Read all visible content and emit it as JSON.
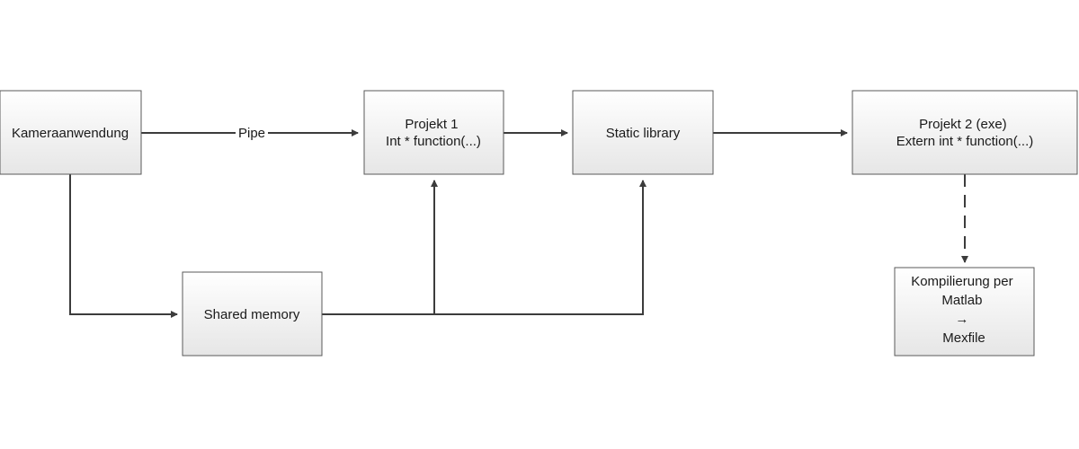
{
  "nodes": {
    "kamera": {
      "lines": [
        "Kameraanwendung"
      ]
    },
    "shared": {
      "lines": [
        "Shared memory"
      ]
    },
    "projekt1": {
      "lines": [
        "Projekt 1",
        "Int * function(...)"
      ]
    },
    "static": {
      "lines": [
        "Static library"
      ]
    },
    "projekt2": {
      "lines": [
        "Projekt 2 (exe)",
        "Extern int * function(...)"
      ]
    },
    "matlab": {
      "lines": [
        "Kompilierung per",
        "Matlab",
        "→",
        "Mexfile"
      ]
    }
  },
  "edges": {
    "pipe": {
      "label": "Pipe",
      "style": "solid"
    },
    "kamera_to_shared": {
      "label": "",
      "style": "solid"
    },
    "shared_to_projekt1": {
      "label": "",
      "style": "solid"
    },
    "shared_to_static": {
      "label": "",
      "style": "solid"
    },
    "projekt1_to_static": {
      "label": "",
      "style": "solid"
    },
    "static_to_projekt2": {
      "label": "",
      "style": "solid"
    },
    "projekt2_to_matlab": {
      "label": "",
      "style": "dashed"
    }
  },
  "colors": {
    "box_fill_top": "#ffffff",
    "box_fill_bottom": "#e8e8e8",
    "box_stroke": "#5a5a5a",
    "edge": "#3c3c3c",
    "text": "#1a1a1a"
  }
}
